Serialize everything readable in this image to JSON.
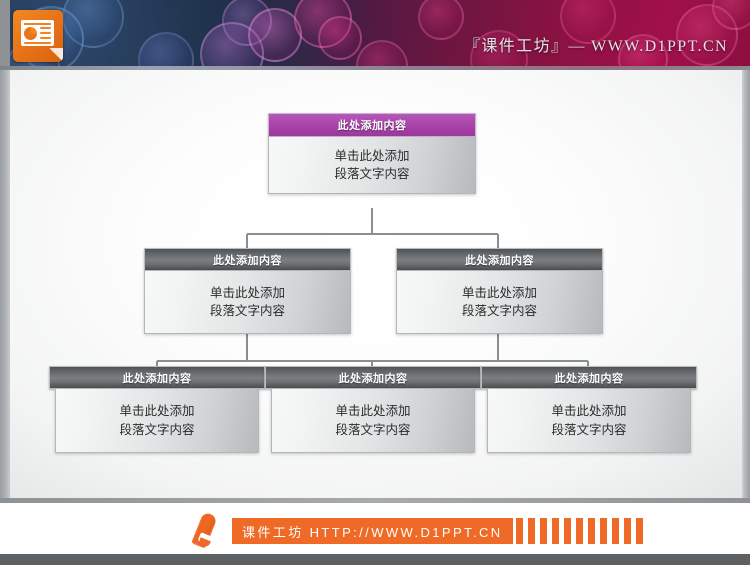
{
  "header": {
    "logo_icon": "powerpoint-icon",
    "caption": "『课件工坊』— WWW.D1PPT.CN"
  },
  "diagram": {
    "title_placeholder": "此处添加内容",
    "body_placeholder": "单击此处添加\n段落文字内容",
    "accent_color": "#a63fa7",
    "node_color": "#5f6366",
    "levels": [
      {
        "level": 1,
        "nodes": [
          {
            "id": "n1",
            "header": "此处添加内容",
            "body": "单击此处添加\n段落文字内容",
            "style": "purple"
          }
        ]
      },
      {
        "level": 2,
        "nodes": [
          {
            "id": "n2",
            "header": "此处添加内容",
            "body": "单击此处添加\n段落文字内容",
            "style": "gray"
          },
          {
            "id": "n3",
            "header": "此处添加内容",
            "body": "单击此处添加\n段落文字内容",
            "style": "gray"
          }
        ]
      },
      {
        "level": 3,
        "nodes": [
          {
            "id": "n4",
            "header": "此处添加内容",
            "body": "单击此处添加\n段落文字内容",
            "style": "gray"
          },
          {
            "id": "n5",
            "header": "此处添加内容",
            "body": "单击此处添加\n段落文字内容",
            "style": "gray"
          },
          {
            "id": "n6",
            "header": "此处添加内容",
            "body": "单击此处添加\n段落文字内容",
            "style": "gray"
          }
        ]
      }
    ]
  },
  "footer": {
    "pencil_icon": "pencil-icon",
    "banner_text": "课件工坊 HTTP://WWW.D1PPT.CN",
    "bar_count": 12,
    "bar_color": "#ef6a26"
  }
}
